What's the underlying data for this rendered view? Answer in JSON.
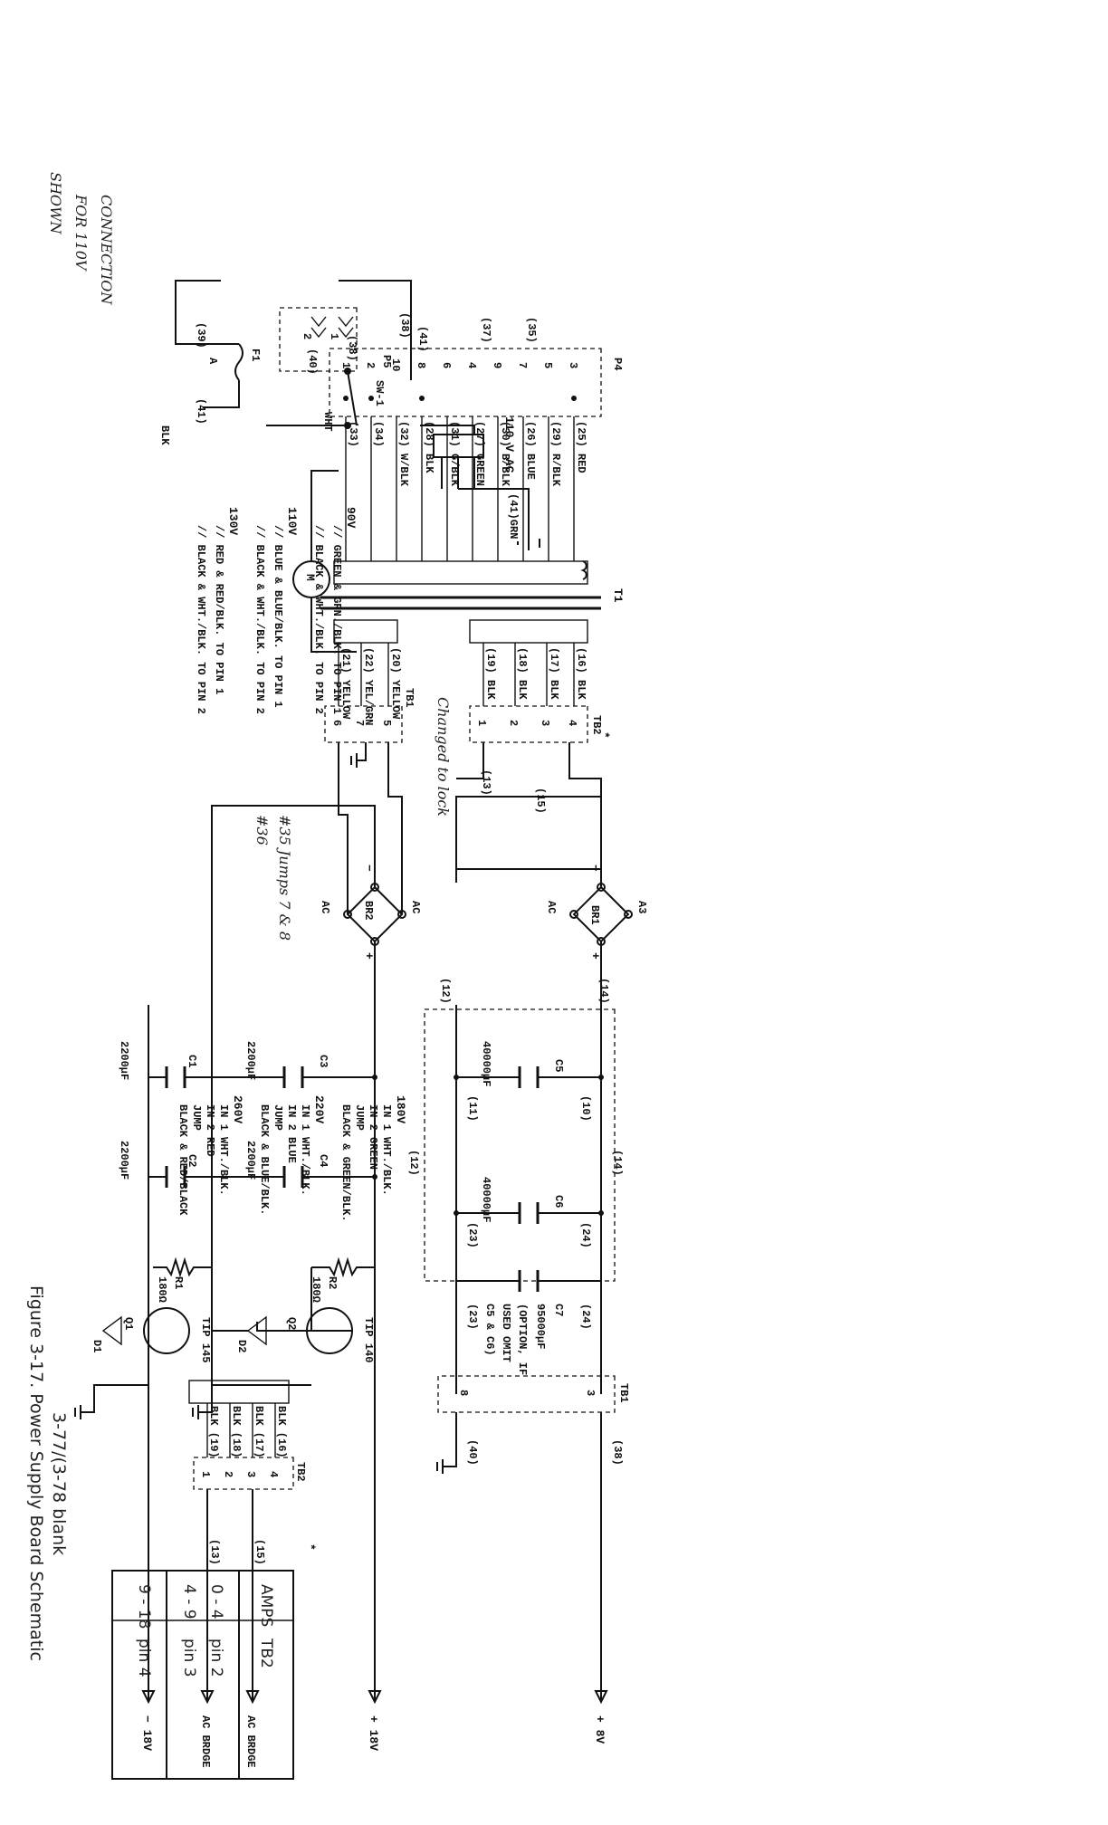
{
  "caption": {
    "title": "Figure 3-17.  Power Supply Board Schematic",
    "page": "3-77/(3-78 blank"
  },
  "note": {
    "lines": [
      "SHOWN",
      "FOR 110V",
      "CONNECTION"
    ]
  },
  "transformer": {
    "label": "T1"
  },
  "motor": {
    "label": "M"
  },
  "fuse": {
    "label": "F1",
    "sub": "A"
  },
  "switch": {
    "label": "SW-1"
  },
  "p5": {
    "label": "P5",
    "pins": [
      "2",
      "1"
    ]
  },
  "p4": {
    "label": "P4",
    "pins": [
      "1",
      "2",
      "10",
      "8",
      "6",
      "4",
      "9",
      "7",
      "5",
      "3"
    ]
  },
  "ac_input": {
    "label": "110 V AC",
    "wire_blk": "BLK",
    "wire_grn": "(41)GRN"
  },
  "wires_left": {
    "w39": "(39)",
    "w41": "(41)",
    "w40": "(40)",
    "w38": "(38)",
    "w38b": "(38)",
    "w41b": "(41)",
    "w37": "(37)",
    "w35": "(35)",
    "wht": "WHT"
  },
  "primary_wires": [
    "(33)",
    "(34)",
    "(32) W/BLK",
    "(28) BLK",
    "(31) G/BLK",
    "(27) GREEN",
    "(30) B/BLK",
    "(26) BLUE",
    "(29) R/BLK",
    "(25) RED"
  ],
  "secondary_top": [
    "(16) BLK",
    "(17) BLK",
    "(18) BLK",
    "(19) BLK"
  ],
  "secondary_bot": [
    "(20) YELLOW",
    "(22) YEL/GRN",
    "(21) YELLOW"
  ],
  "tb2": {
    "label": "TB2",
    "pins": [
      "4",
      "3",
      "2",
      "1"
    ]
  },
  "tb1": {
    "label": "TB1",
    "pins": [
      "5",
      "7",
      "6"
    ]
  },
  "tb1_out": {
    "label": "TB1",
    "pins": [
      "3",
      "8"
    ]
  },
  "wire13": "(13)",
  "wire15": "(15)",
  "br1": {
    "label": "BR1",
    "ac1": "A3",
    "ac2": "AC",
    "plus": "+",
    "minus": "−"
  },
  "br2": {
    "label": "BR2",
    "ac1": "AC",
    "ac2": "AC",
    "plus": "+",
    "minus": "−"
  },
  "wires_mid": {
    "w12": "(12)",
    "w14": "(14)",
    "w11": "(11)",
    "w10": "(10)",
    "w12b": "(12)",
    "w14b": "(14)",
    "w23": "(23)",
    "w24": "(24)",
    "w23b": "(23)",
    "w24b": "(24)",
    "w40": "(40)",
    "w38": "(38)"
  },
  "caps": {
    "c5": [
      "C5",
      "40000µF"
    ],
    "c6": [
      "C6",
      "40000µF"
    ],
    "c7": [
      "C7",
      "95000µF",
      "(OPTION, IF",
      "USED OMIT",
      "C5 & C6)"
    ],
    "c3": [
      "C3",
      "2200µF"
    ],
    "c4": [
      "C4",
      "2200µF"
    ],
    "c1": [
      "C1",
      "2200µF"
    ],
    "c2": [
      "C2",
      "2200µF"
    ]
  },
  "resistors": {
    "r2": [
      "R2",
      "180Ω"
    ],
    "r1": [
      "R1",
      "180Ω"
    ]
  },
  "transistors": {
    "q2": [
      "TIP 140",
      "Q2"
    ],
    "q1": [
      "TIP 145",
      "Q1"
    ]
  },
  "diodes": {
    "d2": "D2",
    "d1": "D1"
  },
  "outputs": [
    "+ 8V",
    "+ 18V",
    "− 18V"
  ],
  "tb2_alt": {
    "label": "TB2",
    "wires": [
      "BLK (16)",
      "BLK (17)",
      "BLK (18)",
      "BLK (19)"
    ],
    "pins": [
      "4",
      "3",
      "2",
      "1"
    ],
    "w15": "(15)",
    "w13": "(13)",
    "dest1": "AC BRDGE",
    "dest2": "AC BRDGE"
  },
  "voltage_table": [
    {
      "v": "90V",
      "lines": [
        "// GREEN & GRN./BLK. TO PIN 1",
        "// BLACK & WHT./BLK. TO PIN 2"
      ]
    },
    {
      "v": "110V",
      "lines": [
        "// BLUE & BLUE/BLK. TO PIN 1",
        "// BLACK & WHT./BLK. TO PIN 2"
      ]
    },
    {
      "v": "130V",
      "lines": [
        "// RED & RED/BLK. TO PIN 1",
        "// BLACK & WHT./BLK. TO PIN 2"
      ]
    },
    {
      "v": "180V",
      "lines": [
        "IN 1 WHT./BLK.",
        "IN 2 GREEN",
        "JUMP",
        "BLACK & GREEN/BLK."
      ]
    },
    {
      "v": "220V",
      "lines": [
        "IN 1 WHT./BLK.",
        "IN 2 BLUE",
        "JUMP",
        "BLACK & BLUE/BLK."
      ]
    },
    {
      "v": "260V",
      "lines": [
        "IN 1 WHT./BLK.",
        "IN 2 RED",
        "JUMP",
        "BLACK & RED/BLACK"
      ]
    }
  ],
  "amps_table": {
    "headers": [
      "AMPS",
      "TB2"
    ],
    "rows": [
      [
        "0 - 4",
        "pin 2"
      ],
      [
        "4 - 9",
        "pin 3"
      ],
      [
        "9 - 18",
        "pin 4"
      ]
    ]
  },
  "handwritten": {
    "changed": "Changed to lock",
    "n35": "#35 Jumps 7 & 8",
    "n36": "#36"
  },
  "star": "*"
}
